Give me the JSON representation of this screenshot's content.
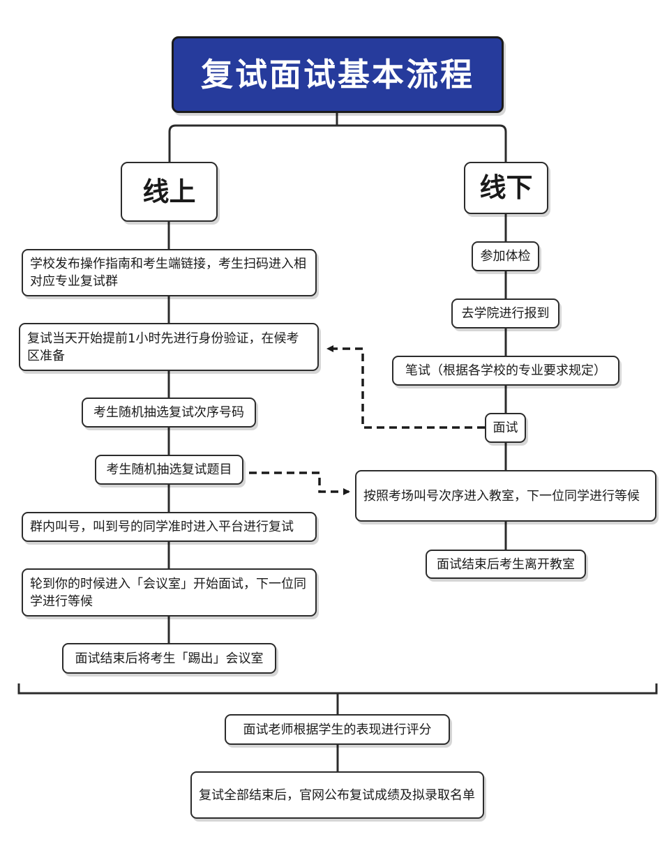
{
  "title": "复试面试基本流程",
  "online": {
    "label": "线上",
    "steps": [
      "学校发布操作指南和考生端链接，考生扫码进入相对应专业复试群",
      "复试当天开始提前1小时先进行身份验证，在候考区准备",
      "考生随机抽选复试次序号码",
      "考生随机抽选复试题目",
      "群内叫号，叫到号的同学准时进入平台进行复试",
      "轮到你的时候进入「会议室」开始面试，下一位同学进行等候",
      "面试结束后将考生「踢出」会议室"
    ]
  },
  "offline": {
    "label": "线下",
    "steps": [
      "参加体检",
      "去学院进行报到",
      "笔试（根据各学校的专业要求规定）",
      "面试",
      "按照考场叫号次序进入教室，下一位同学进行等候",
      "面试结束后考生离开教室"
    ]
  },
  "final": {
    "steps": [
      "面试老师根据学生的表现进行评分",
      "复试全部结束后，官网公布复试成绩及拟录取名单"
    ]
  }
}
